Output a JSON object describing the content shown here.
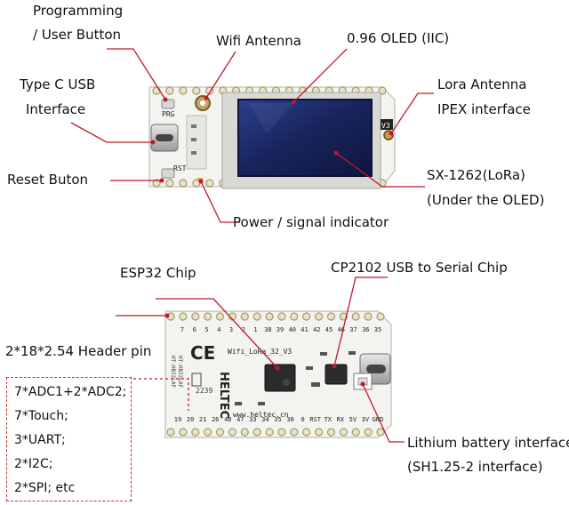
{
  "labels": {
    "programming_line1": "Programming",
    "programming_line2": "/ User Button",
    "wifi_antenna": "Wifi Antenna",
    "oled": "0.96 OLED (IIC)",
    "type_c_line1": "Type C USB",
    "type_c_line2": "Interface",
    "lora_line1": "Lora Antenna",
    "lora_line2": "IPEX interface",
    "reset": "Reset Buton",
    "sx_line1": "SX-1262(LoRa)",
    "sx_line2": "(Under the OLED)",
    "power": "Power / signal indicator",
    "esp32": "ESP32 Chip",
    "cp2102": "CP2102 USB to Serial  Chip",
    "header": "2*18*2.54 Header pin",
    "lithium_line1": "Lithium battery interface",
    "lithium_line2": "(SH1.25-2 interface)"
  },
  "specs": [
    "7*ADC1+2*ADC2;",
    "7*Touch;",
    "3*UART;",
    "2*I2C;",
    "2*SPI; etc"
  ],
  "board_top": {
    "prg": "PRG",
    "rst": "RST",
    "v3": "V3"
  },
  "board_bottom": {
    "model": "Wifi_LoRa_32_V3",
    "brand": "HELTEC",
    "url": "www.heltec.cn",
    "pins_top": [
      "7",
      "6",
      "5",
      "4",
      "3",
      "2",
      "1",
      "38",
      "39",
      "40",
      "41",
      "42",
      "45",
      "46",
      "37",
      "36",
      "35"
    ],
    "pins_bottom": [
      "19",
      "20",
      "21",
      "26",
      "48",
      "47",
      "33",
      "34",
      "35",
      "36",
      "0",
      "RST",
      "TX",
      "RX",
      "5V",
      "3V",
      "GND"
    ],
    "chip_code": "2239",
    "ht_line1": "HT-HB32LAF",
    "ht_line2": "HT-HB32LAF"
  },
  "colors": {
    "leader": "#c0192b",
    "pcb": "#f3f3ef",
    "pcb_edge": "#c9c9c2",
    "oled_screen": "#1c2a6a",
    "spec_border": "#b33333"
  }
}
